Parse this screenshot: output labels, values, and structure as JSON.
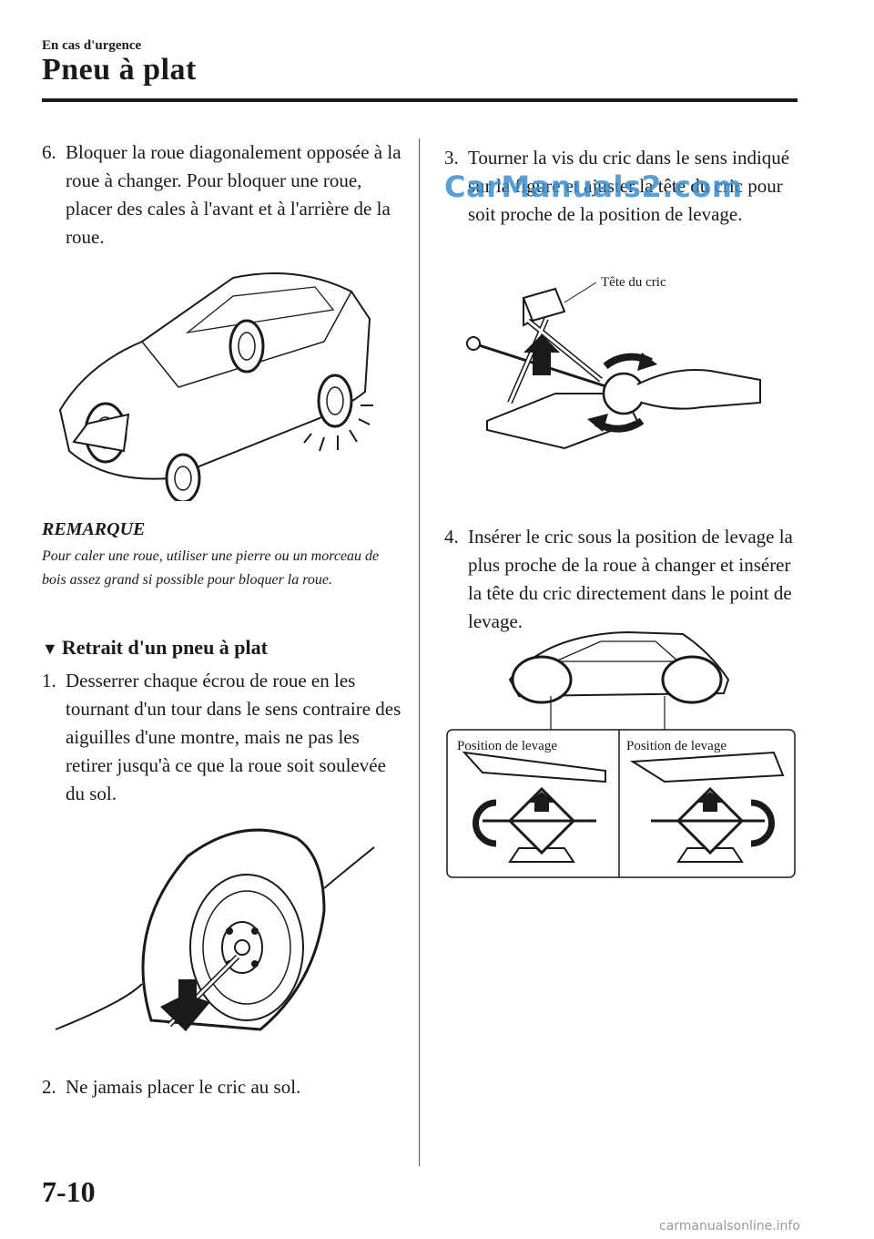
{
  "header": {
    "section": "En cas d'urgence",
    "title": "Pneu à plat"
  },
  "watermark": "CarManuals2.com",
  "left": {
    "step6": {
      "num": "6.",
      "text": "Bloquer la roue diagonalement opposée à la roue à changer. Pour bloquer une roue, placer des cales à l'avant et à l'arrière de la roue."
    },
    "remarque": {
      "heading": "REMARQUE",
      "text": "Pour caler une roue, utiliser une pierre ou un morceau de bois assez grand si possible pour bloquer la roue."
    },
    "subheading": {
      "marker": "▼",
      "text": "Retrait d'un pneu à plat"
    },
    "step1": {
      "num": "1.",
      "text": "Desserrer chaque écrou de roue en les tournant d'un tour dans le sens contraire des aiguilles d'une montre, mais ne pas les retirer jusqu'à ce que la roue soit soulevée du sol."
    },
    "step2": {
      "num": "2.",
      "text": "Ne jamais placer le cric au sol."
    }
  },
  "right": {
    "step3": {
      "num": "3.",
      "text": "Tourner la vis du cric dans le sens indiqué sur la figure et ajuster la tête du cric pour soit proche de la position de levage."
    },
    "jack_head_label": "Tête du cric",
    "step4": {
      "num": "4.",
      "text": "Insérer le cric sous la position de levage la plus proche de la roue à changer et insérer la tête du cric directement dans le point de levage."
    },
    "lift_labels": [
      "Position de levage",
      "Position de levage"
    ]
  },
  "footer": {
    "page_number": "7-10",
    "site": "carmanualsonline.info"
  }
}
